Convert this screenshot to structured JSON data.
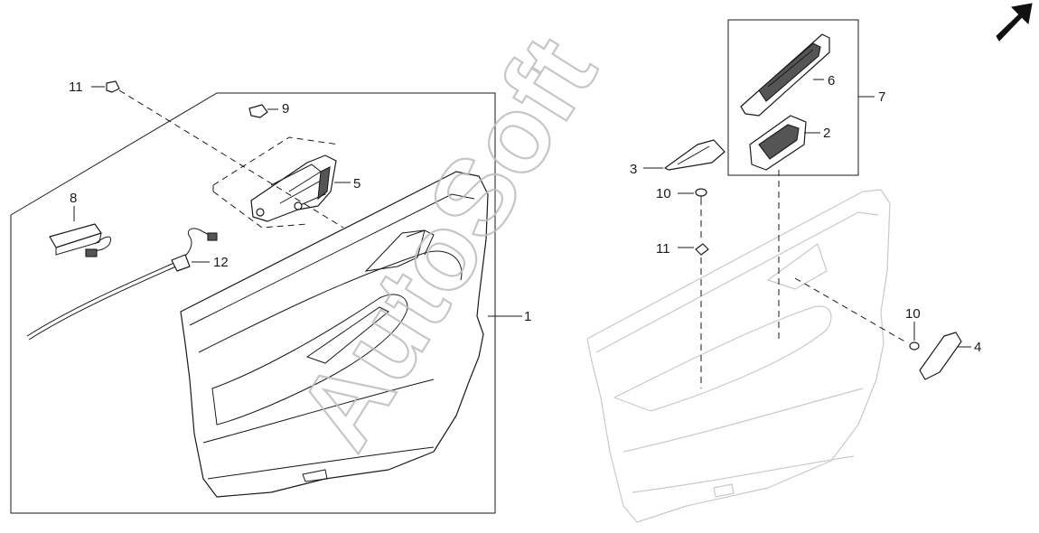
{
  "watermark": "AutoSoft",
  "callouts": {
    "c1": "1",
    "c2": "2",
    "c3": "3",
    "c4": "4",
    "c5": "5",
    "c6": "6",
    "c7": "7",
    "c8": "8",
    "c9": "9",
    "c10a": "10",
    "c10b": "10",
    "c11a": "11",
    "c11b": "11",
    "c12": "12"
  },
  "icons": {
    "orientation_arrow": "front-direction-arrow-icon"
  }
}
